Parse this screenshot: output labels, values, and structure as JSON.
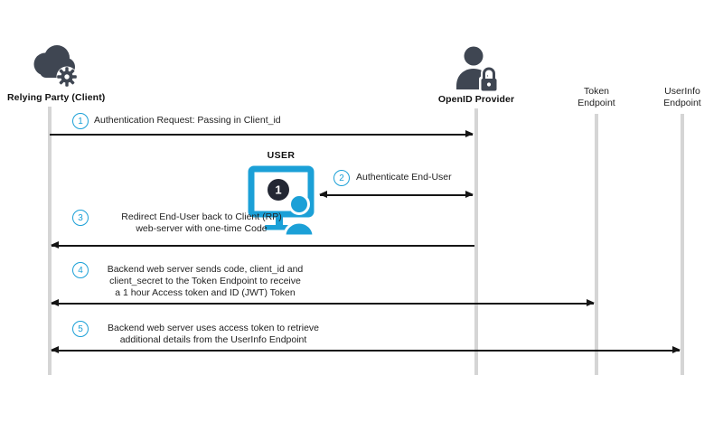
{
  "actors": {
    "relying_party": {
      "label": "Relying Party (Client)",
      "icon": "cloud-gear-icon"
    },
    "openid_provider": {
      "label": "OpenID Provider",
      "icon": "person-lock-icon"
    },
    "token_endpoint": {
      "lines": [
        "Token",
        "Endpoint"
      ]
    },
    "userinfo_endpoint": {
      "lines": [
        "UserInfo",
        "Endpoint"
      ]
    }
  },
  "user": {
    "label": "USER",
    "screen_badge": "1",
    "icon": "monitor-user-icon"
  },
  "steps": [
    {
      "num": "1",
      "lines": [
        "Authentication Request: Passing in Client_id"
      ]
    },
    {
      "num": "2",
      "lines": [
        "Authenticate End-User"
      ]
    },
    {
      "num": "3",
      "lines": [
        "Redirect End-User back to Client (RP)",
        "web-server with one-time Code"
      ]
    },
    {
      "num": "4",
      "lines": [
        "Backend web server sends code, client_id and",
        "client_secret to the Token Endpoint to receive",
        "a 1 hour Access token and ID (JWT) Token"
      ]
    },
    {
      "num": "5",
      "lines": [
        "Backend web server uses access token to retrieve",
        "additional details from the UserInfo Endpoint"
      ]
    }
  ],
  "colors": {
    "accent_cyan": "#1BA0D7",
    "icon_dark": "#3F4652",
    "lifeline_gray": "#D5D5D5",
    "arrow_black": "#151515",
    "badge_dark": "#232733"
  }
}
